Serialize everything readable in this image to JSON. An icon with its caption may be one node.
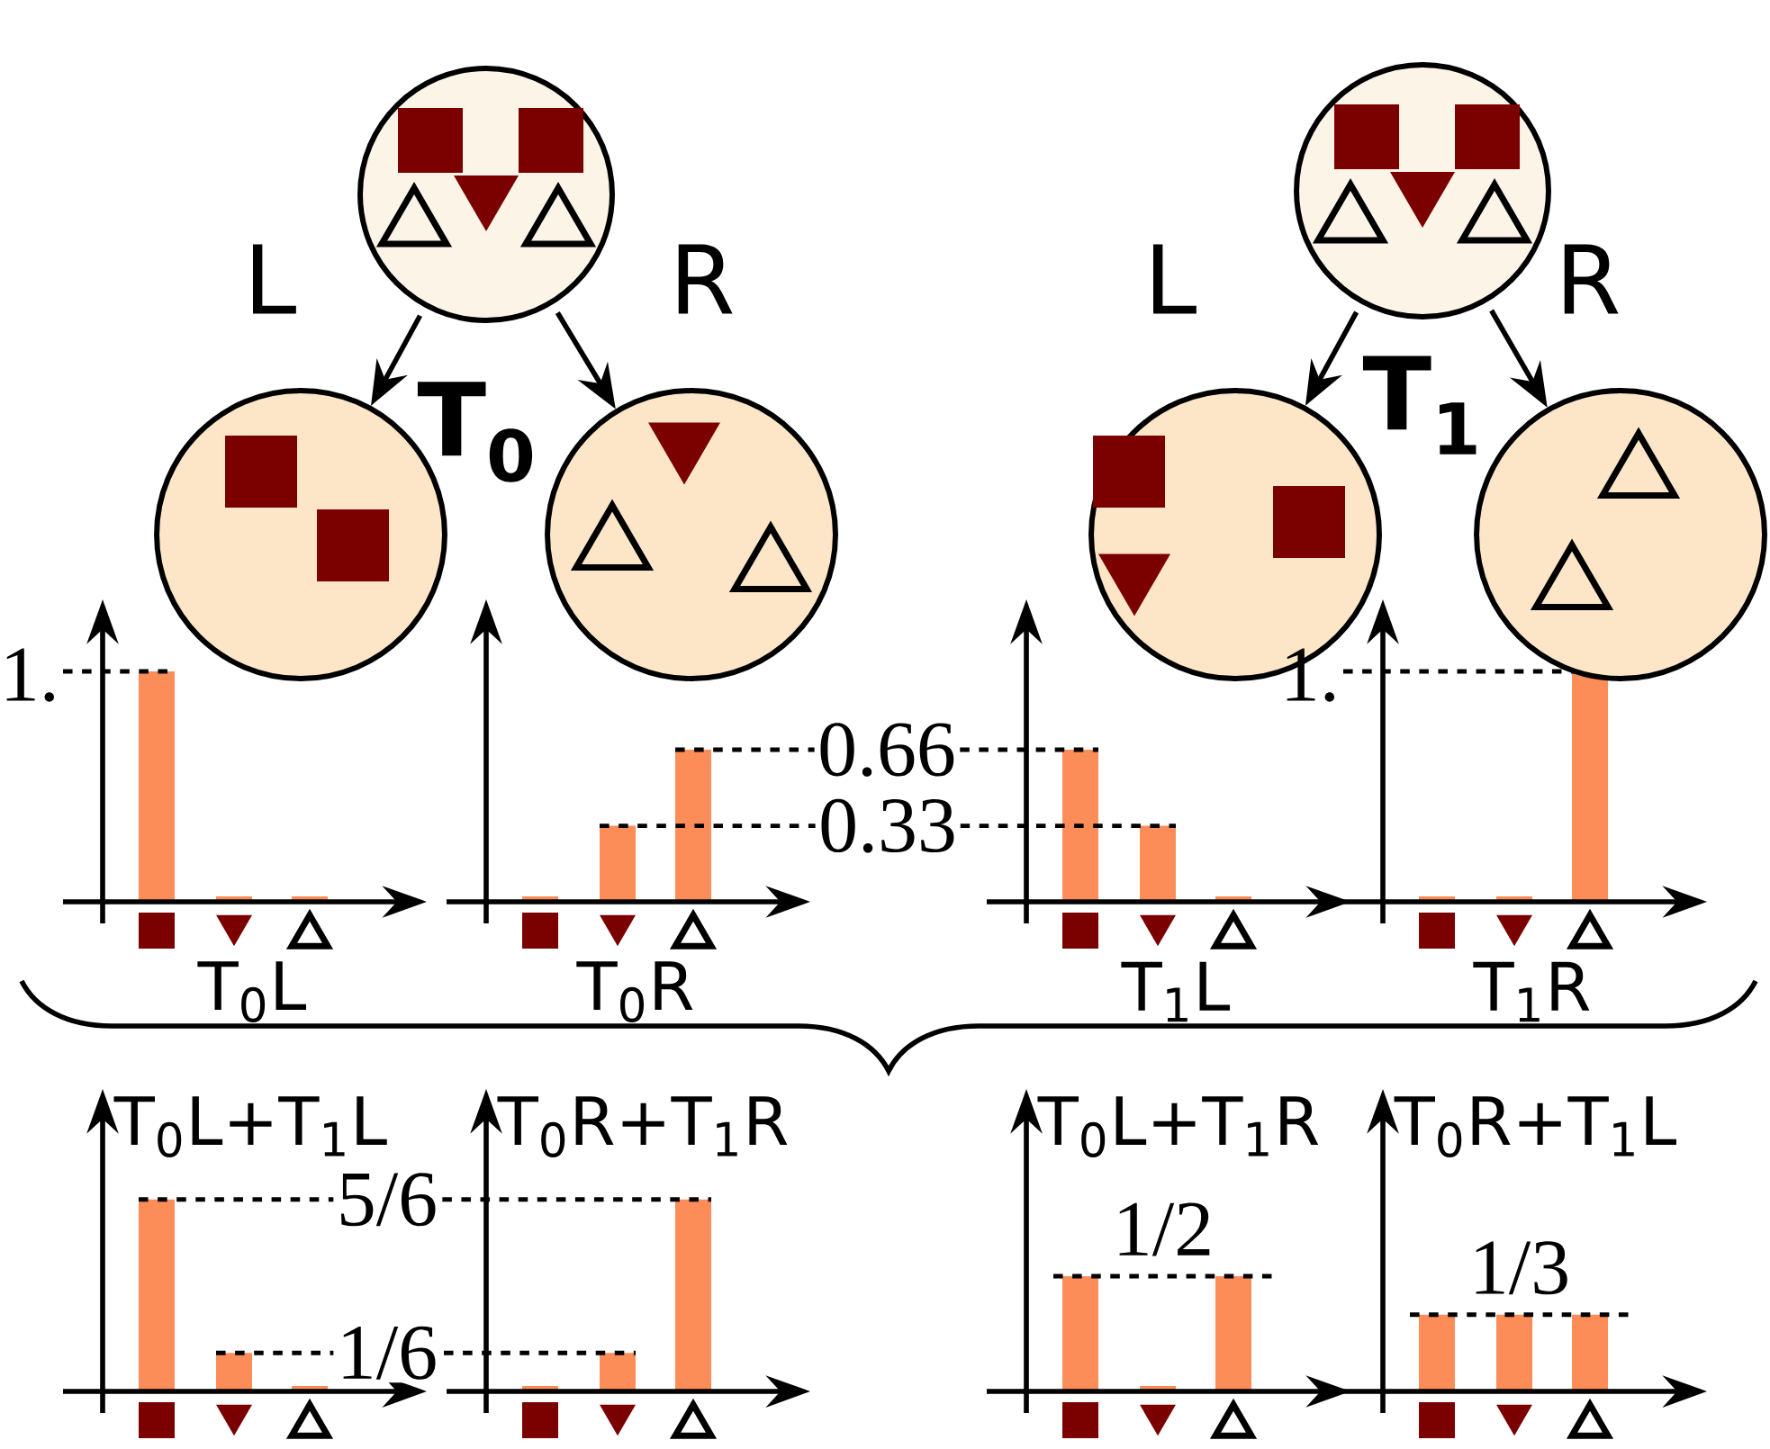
{
  "diagram": {
    "nodes": [
      {
        "text": [],
        "shape": "circle"
      },
      {
        "text": [],
        "shape": "circle"
      },
      {
        "text": [],
        "shape": "circle"
      },
      {
        "text": [],
        "shape": "circle"
      },
      {
        "text": [],
        "shape": "circle"
      },
      {
        "text": [],
        "shape": "circle"
      }
    ],
    "edges": [
      {
        "from": 0,
        "to": 1,
        "arrow": "to",
        "label": "L"
      },
      {
        "from": 0,
        "to": 2,
        "arrow": "to",
        "label": "R"
      },
      {
        "from": 3,
        "to": 4,
        "arrow": "to",
        "label": "L"
      },
      {
        "from": 3,
        "to": 5,
        "arrow": "to",
        "label": "R"
      }
    ],
    "labels": [
      "T$_{0}$",
      "T$_{1}$",
      "1.",
      "0.66",
      "0.33",
      "1.",
      "T$_{0}$L",
      "T$_{0}$R",
      "T$_{1}$L",
      "T$_{1}$R",
      "T$_{0}$L+T$_{1}$L",
      "T$_{0}$R+T$_{1}$R",
      "T$_{0}$L+T$_{1}$R",
      "T$_{0}$R+T$_{1}$L",
      "5/6",
      "1/6",
      "1/2",
      "1/3"
    ]
  }
}
